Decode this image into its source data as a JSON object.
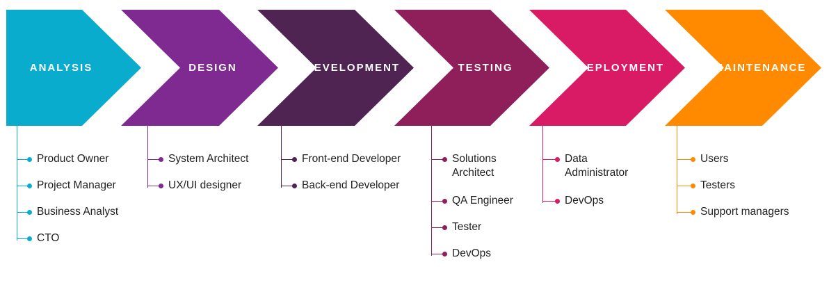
{
  "stages": [
    {
      "label": "ANALYSIS",
      "color": "#0aaccd",
      "roles": [
        "Product Owner",
        "Project Manager",
        "Business Analyst",
        "CTO"
      ]
    },
    {
      "label": "DESIGN",
      "color": "#7f2a91",
      "roles": [
        "System Architect",
        "UX/UI designer"
      ]
    },
    {
      "label": "DEVELOPMENT",
      "color": "#4f2352",
      "roles": [
        "Front-end Developer",
        "Back-end Developer"
      ]
    },
    {
      "label": "TESTING",
      "color": "#8f1f5b",
      "roles": [
        "Solutions\nArchitect",
        "QA Engineer",
        "Tester",
        "DevOps"
      ]
    },
    {
      "label": "DEPLOYMENT",
      "color": "#d91b65",
      "roles": [
        "Data\nAdministrator",
        "DevOps"
      ]
    },
    {
      "label": "MAINTENANCE",
      "color": "#ff8a00",
      "roles": [
        "Users",
        "Testers",
        "Support managers"
      ]
    }
  ]
}
